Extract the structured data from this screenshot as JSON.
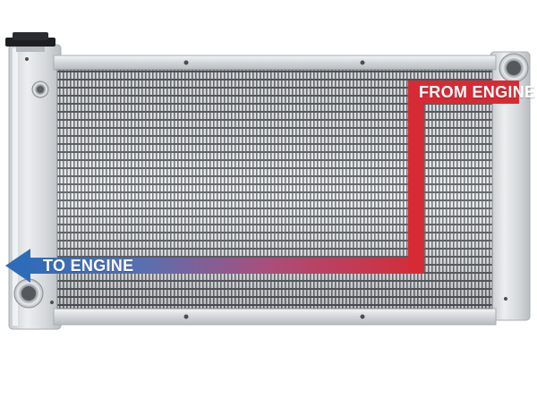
{
  "image": {
    "subject": "aluminum-radiator",
    "colors": {
      "hot": "#d62b35",
      "cold": "#2f6cb8",
      "frame": "#d7dadd",
      "fin_light": "#f3f4f5",
      "fin_dark": "#5d6166"
    }
  },
  "labels": {
    "from_engine": "FROM ENGINE",
    "to_engine": "TO ENGINE"
  }
}
